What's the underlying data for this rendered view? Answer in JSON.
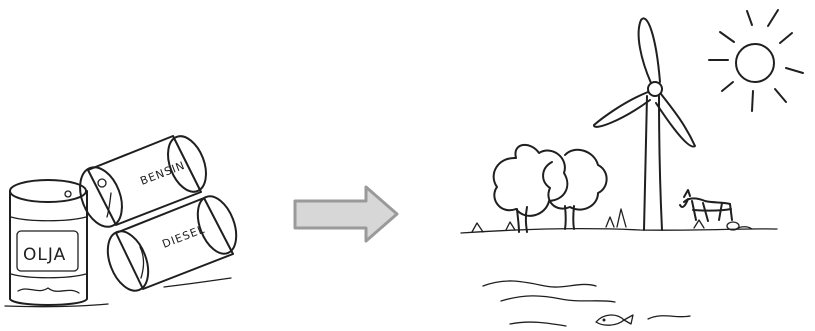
{
  "barrels": {
    "olja": "OLJA",
    "bensin": "BENSIN",
    "diesel": "DIESEL"
  },
  "arrow": {
    "fill_color": "#d7d7d7",
    "stroke_color": "#9a9a9a"
  },
  "icons": {
    "arrow": "right-arrow-icon",
    "sun": "sun-icon",
    "wind_turbine": "wind-turbine-icon",
    "cow": "cow-icon",
    "fish": "fish-icon"
  }
}
